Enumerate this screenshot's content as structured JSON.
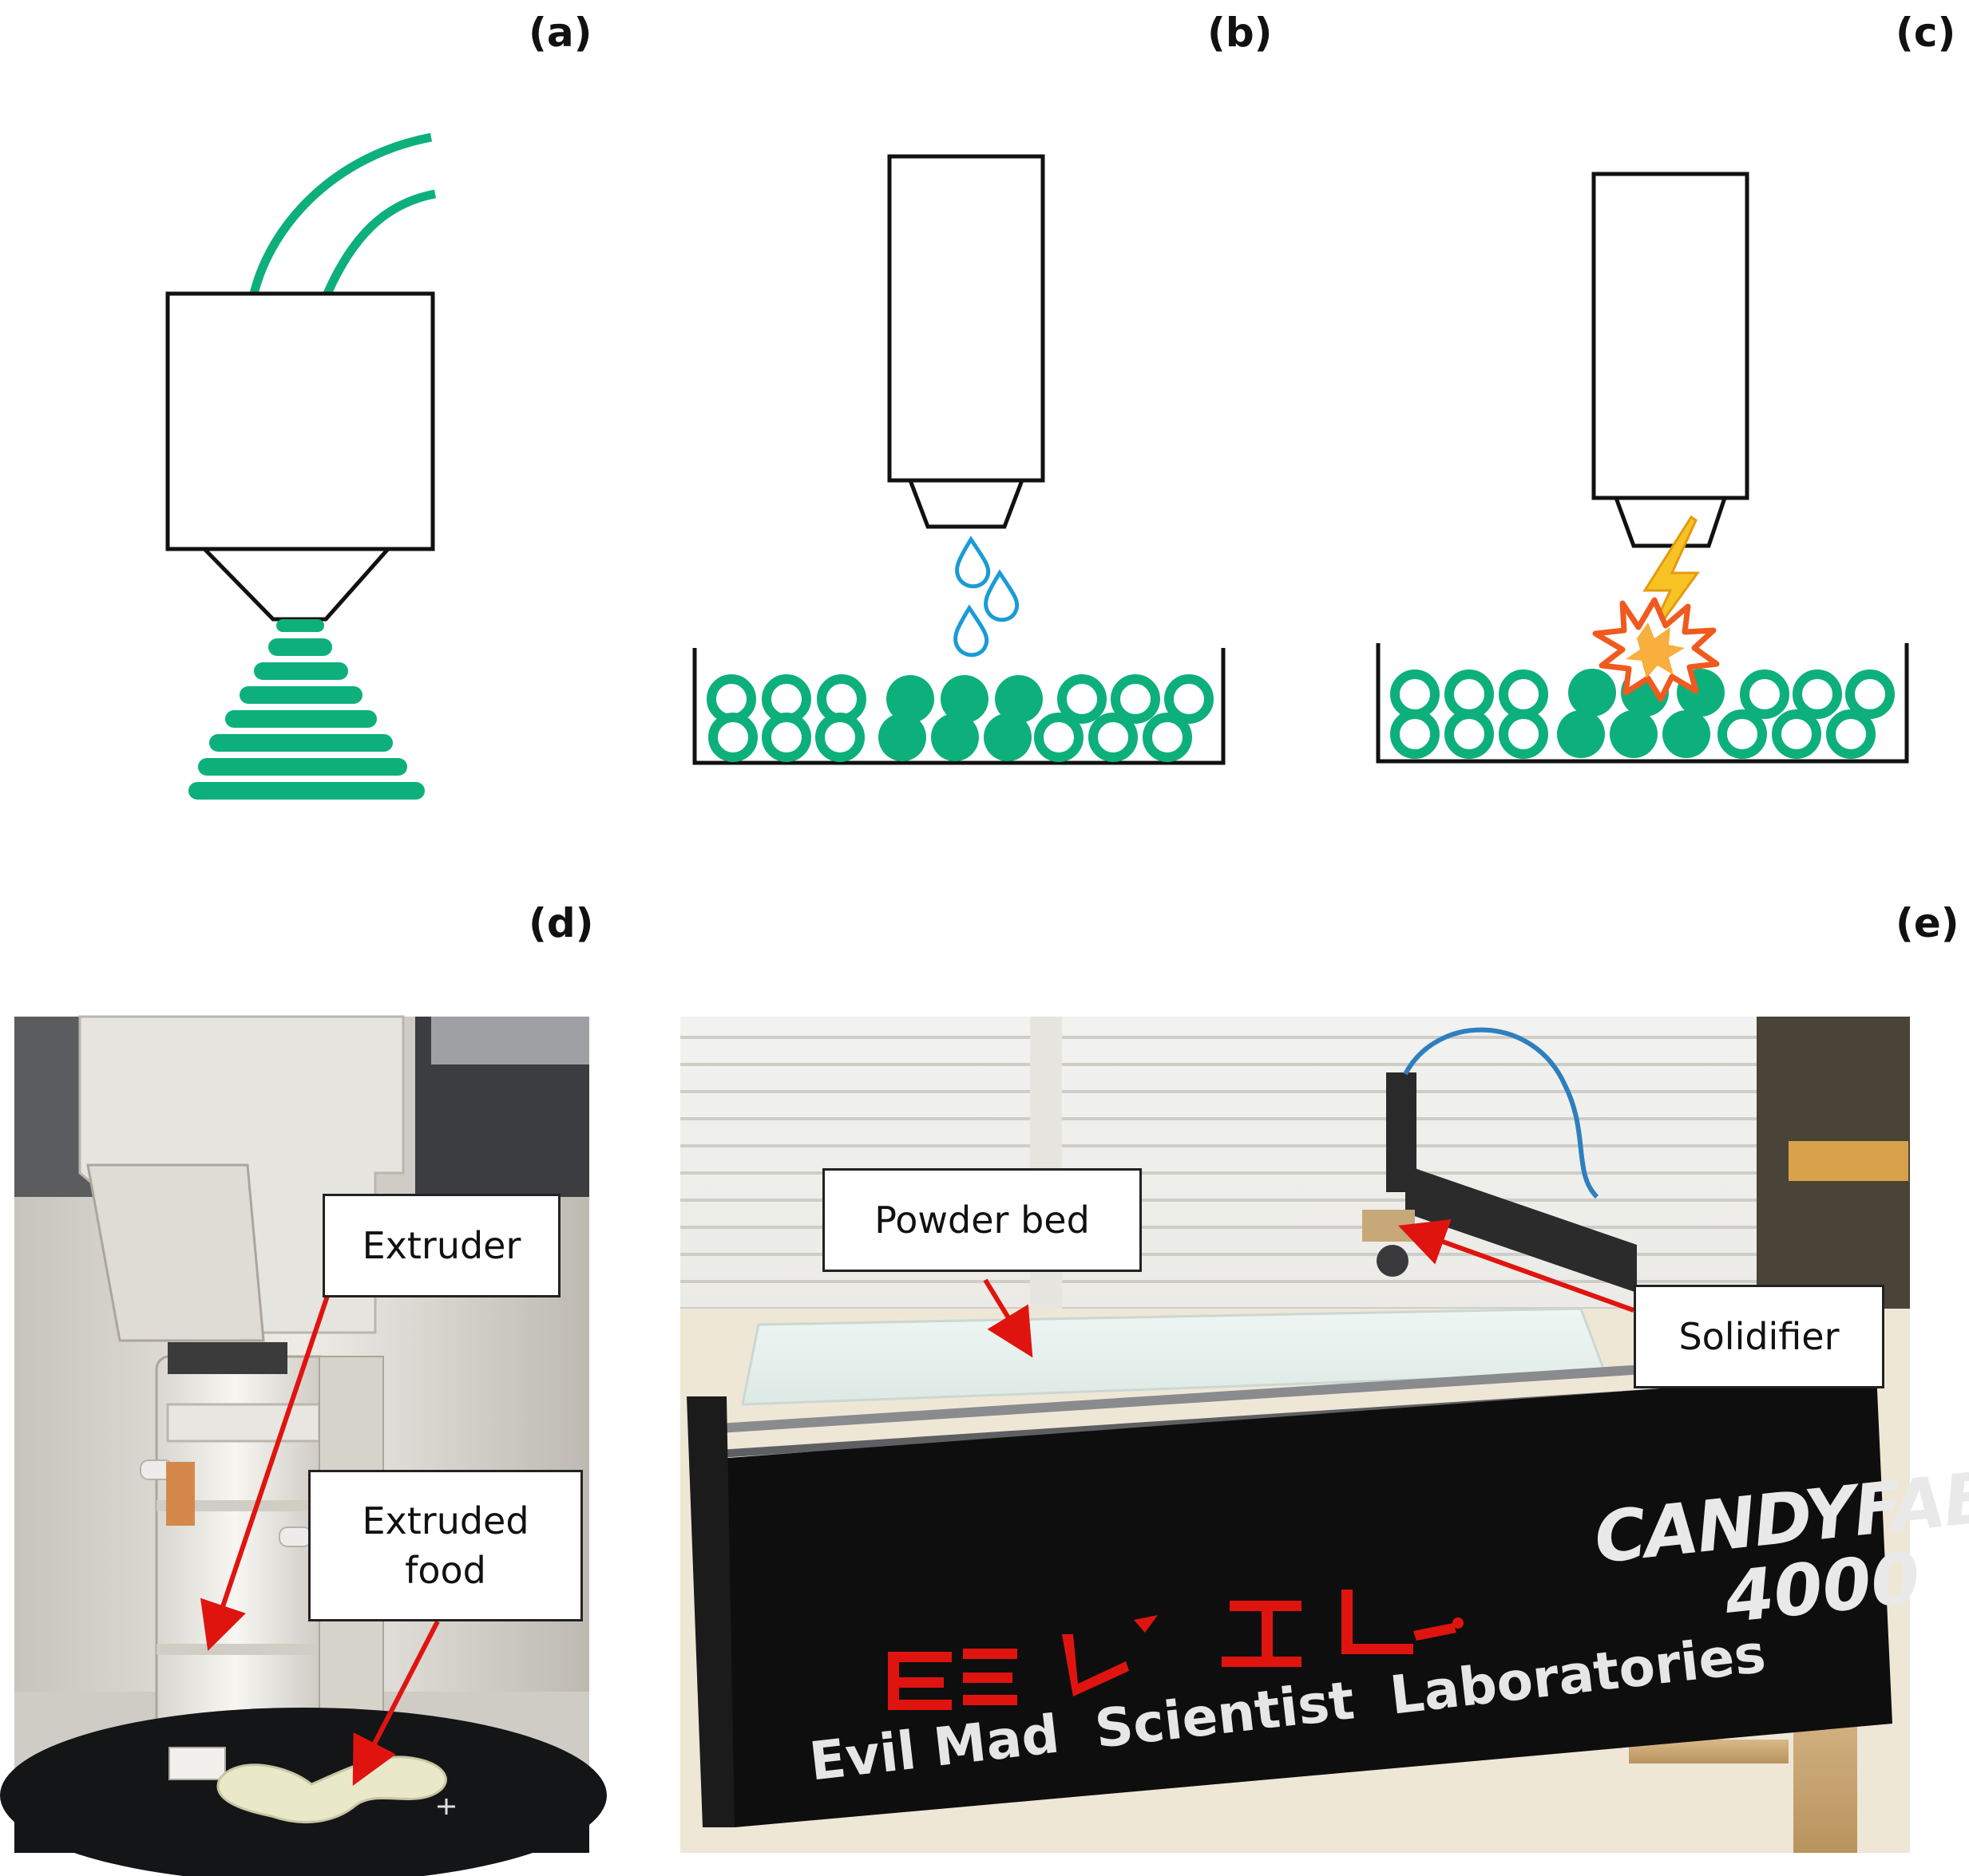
{
  "labels": {
    "a": "(a)",
    "b": "(b)",
    "c": "(c)",
    "d": "(d)",
    "e": "(e)"
  },
  "callouts": {
    "extruder": "Extruder",
    "extruded_food_line1": "Extruded",
    "extruded_food_line2": "food",
    "powder_bed": "Powder bed",
    "solidifier": "Solidifier"
  },
  "machine_text": {
    "brand_line1": "CANDYFAB",
    "brand_line2": "4000",
    "maker": "Evil Mad  Scientist  Laboratories"
  },
  "colors": {
    "material_green": "#0db07a",
    "droplet_blue": "#1a9bd7",
    "arrow_red": "#e0140f",
    "outline": "#111111"
  },
  "icons": [
    "nozzle-icon",
    "filament-icon",
    "droplet-icon",
    "lightning-icon",
    "burst-icon"
  ]
}
